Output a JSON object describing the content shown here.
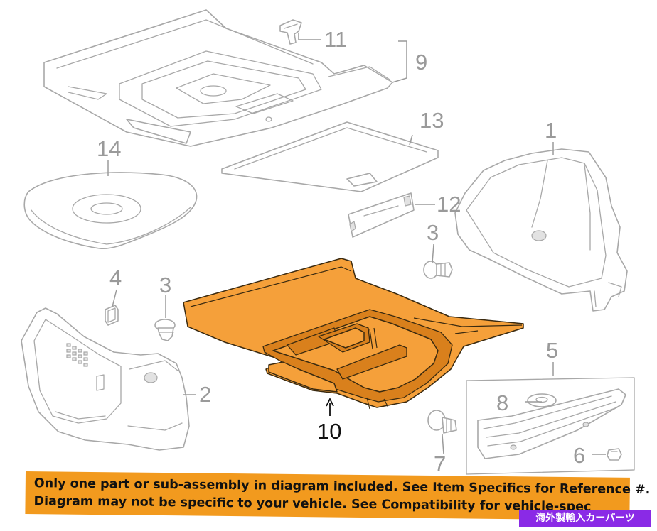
{
  "callouts": {
    "c1": "1",
    "c2": "2",
    "c3a": "3",
    "c3b": "3",
    "c4": "4",
    "c5": "5",
    "c6": "6",
    "c7": "7",
    "c8": "8",
    "c9": "9",
    "c10": "10",
    "c11": "11",
    "c12": "12",
    "c13": "13",
    "c14": "14"
  },
  "banner": {
    "line1": "Only one part or sub-assembly in diagram included. See Item Specifics for Reference #.",
    "line2": "Diagram may not be specific to your vehicle. See Compatibility for vehicle-spec"
  },
  "badge": {
    "text": "海外製輸入カーパーツ"
  },
  "colors": {
    "highlight_part": "#f5a03a",
    "banner": "#f29a1e",
    "badge": "#8a2ae6",
    "line_art": "#a8a8a8"
  }
}
